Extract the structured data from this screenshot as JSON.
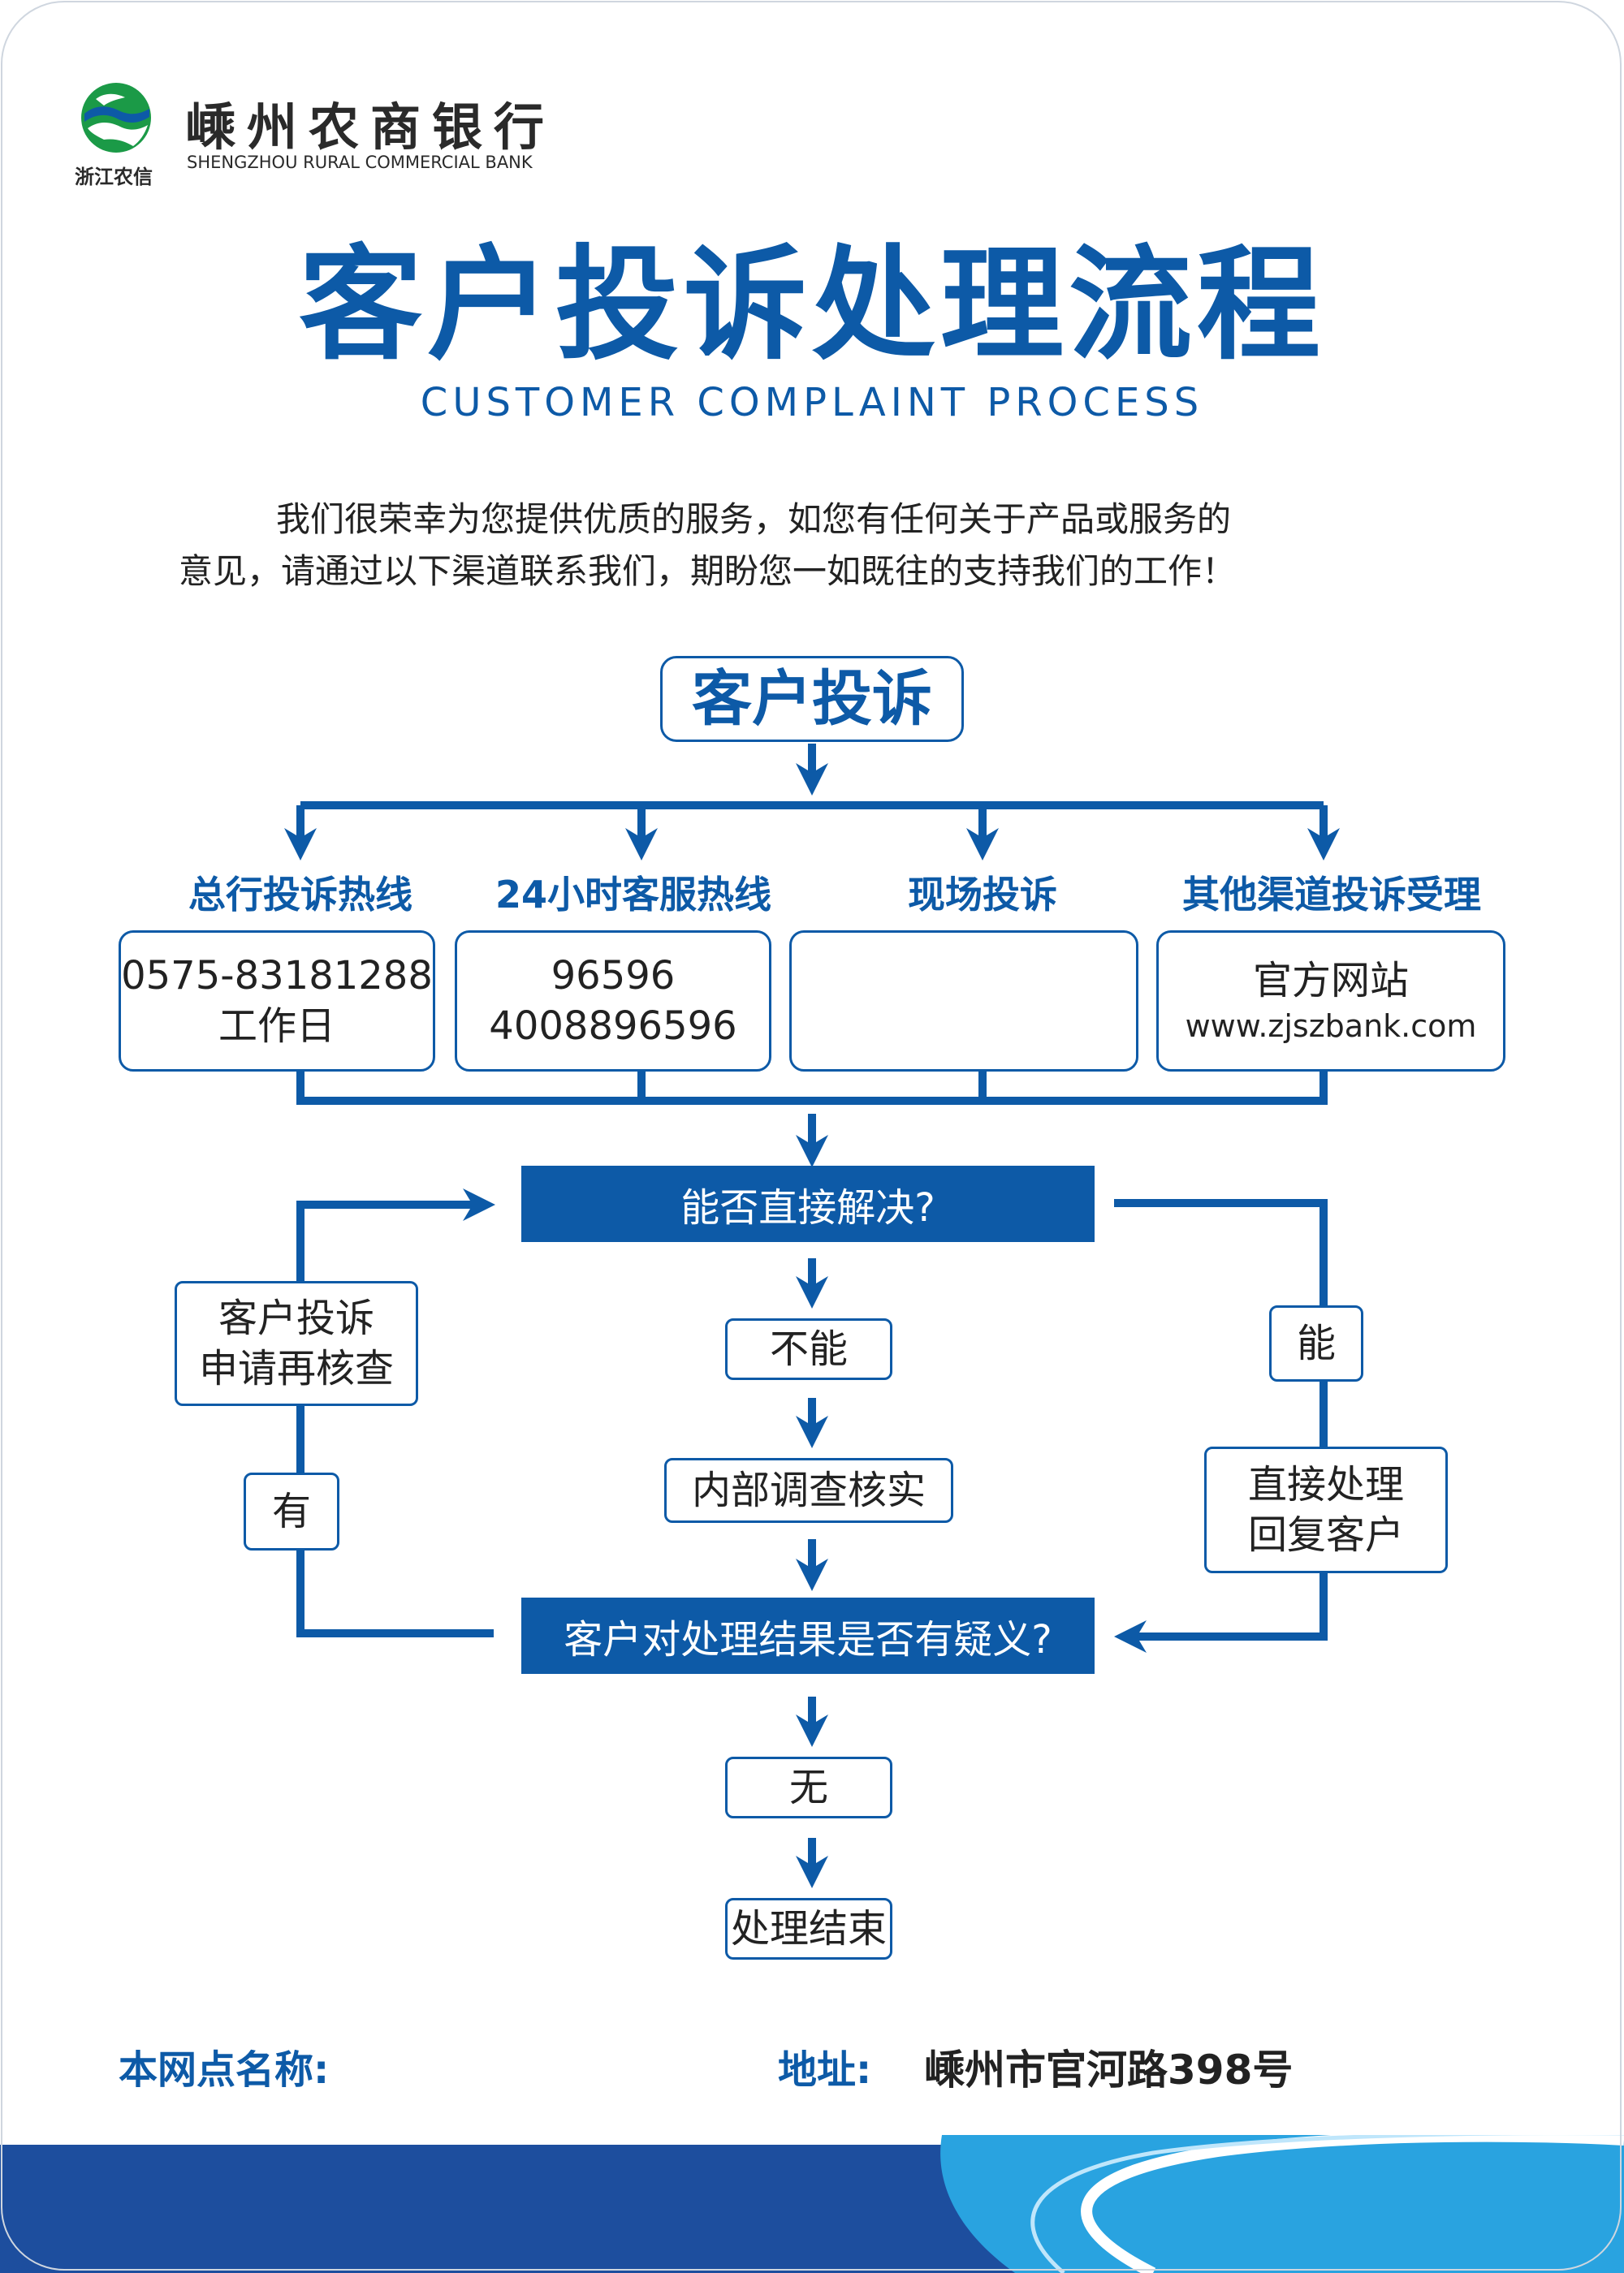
{
  "colors": {
    "primary": "#0d5aa7",
    "footer_dark": "#1d4e9e",
    "footer_light": "#29a3e0",
    "logo_green": "#1b9a47"
  },
  "header": {
    "logo_icon": "river-emblem-icon",
    "logo_subtext": "浙江农信",
    "bank_name_cn": "嵊州农商银行",
    "bank_name_en": "SHENGZHOU RURAL COMMERCIAL BANK"
  },
  "title": {
    "main": "客户投诉处理流程",
    "english": "CUSTOMER COMPLAINT PROCESS"
  },
  "intro": {
    "line1": "我们很荣幸为您提供优质的服务，如您有任何关于产品或服务的",
    "line2": "意见，请通过以下渠道联系我们，期盼您一如既往的支持我们的工作！"
  },
  "flow": {
    "start": "客户投诉",
    "channels": [
      {
        "label": "总行投诉热线",
        "line1": "0575-83181288",
        "line2": "工作日"
      },
      {
        "label": "24小时客服热线",
        "line1": "96596",
        "line2": "4008896596"
      },
      {
        "label": "现场投诉",
        "line1": "",
        "line2": ""
      },
      {
        "label": "其他渠道投诉受理",
        "line1": "官方网站",
        "line2": "www.zjszbank.com"
      }
    ],
    "decision1": "能否直接解决?",
    "no": "不能",
    "investigate": "内部调查核实",
    "yes": "能",
    "direct_handle_line1": "直接处理",
    "direct_handle_line2": "回复客户",
    "decision2": "客户对处理结果是否有疑义?",
    "has_objection": "有",
    "recheck_line1": "客户投诉",
    "recheck_line2": "申请再核查",
    "none": "无",
    "end": "处理结束"
  },
  "footer": {
    "branch_label": "本网点名称:",
    "branch_value": "",
    "address_label": "地址:",
    "address_value": "嵊州市官河路398号"
  }
}
